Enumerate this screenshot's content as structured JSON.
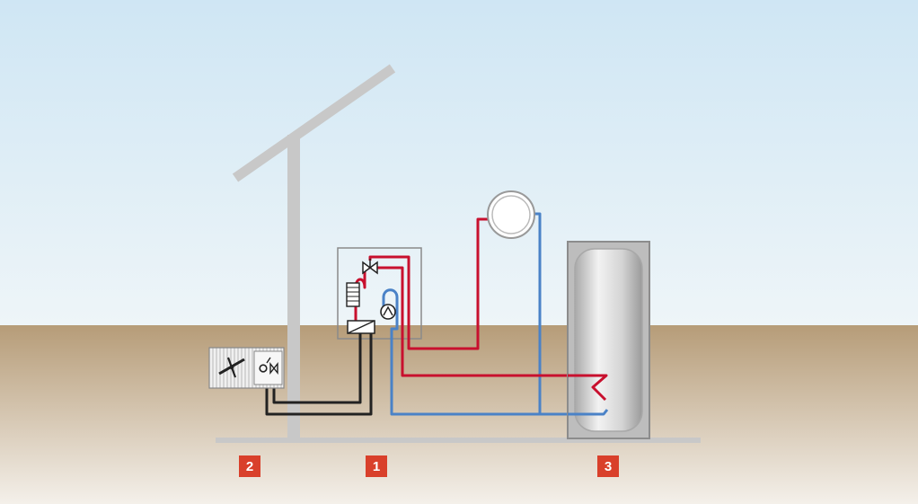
{
  "colors": {
    "sky_top": "#cfe6f4",
    "sky_bottom": "#eef5f8",
    "ground_top": "#b69c78",
    "ground_bottom": "#f4f0ea",
    "hot_pipe": "#c8102e",
    "cold_pipe": "#4a82c7",
    "refrigerant_pipe": "#222222",
    "structure_gray": "#c8c8c8",
    "badge": "#d9402b"
  },
  "labels": [
    {
      "id": "heat-pump-unit",
      "text": "1",
      "icon": "number-badge"
    },
    {
      "id": "outdoor-unit",
      "text": "2",
      "icon": "number-badge"
    },
    {
      "id": "storage-tank",
      "text": "3",
      "icon": "number-badge"
    }
  ],
  "icons": {
    "outdoor_unit": "fan-icon",
    "outdoor_valve": "expansion-valve-icon",
    "indoor_valve": "three-way-valve-icon",
    "indoor_pump": "circulation-pump-icon",
    "heat_exchanger": "plate-heat-exchanger-icon",
    "radiator": "radiator-icon",
    "tank": "hot-water-tank-icon",
    "mast": "mast-icon"
  }
}
